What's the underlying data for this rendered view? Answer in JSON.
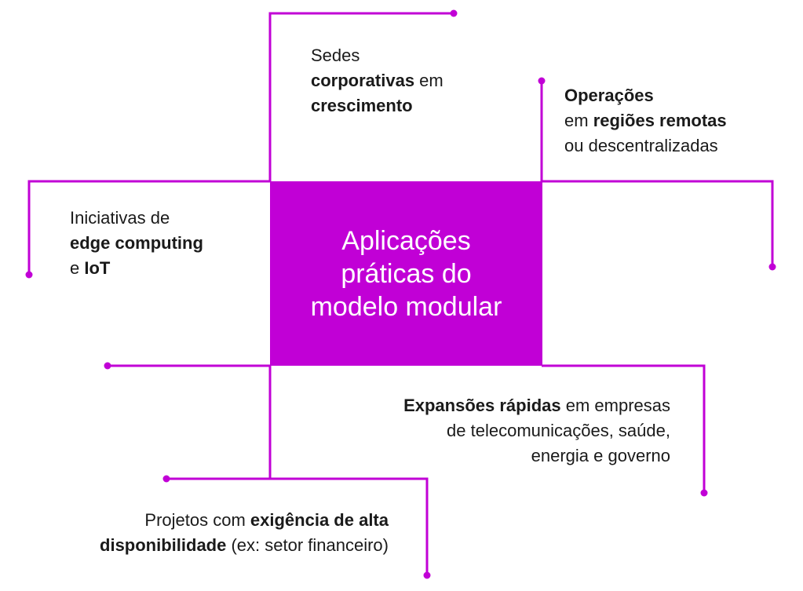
{
  "colors": {
    "accent": "#C100D6",
    "line": "#C100D6",
    "text": "#1A1A1A",
    "center_text": "#FFFFFF"
  },
  "center": {
    "title_lines": [
      "Aplicações",
      "práticas do",
      "modelo modular"
    ]
  },
  "items": {
    "sedes": {
      "lines": [
        [
          {
            "text": "Sedes",
            "bold": false
          }
        ],
        [
          {
            "text": "corporativas",
            "bold": true
          },
          {
            "text": " em",
            "bold": false
          }
        ],
        [
          {
            "text": "crescimento",
            "bold": true
          }
        ]
      ]
    },
    "operacoes": {
      "lines": [
        [
          {
            "text": "Operações",
            "bold": true
          }
        ],
        [
          {
            "text": "em ",
            "bold": false
          },
          {
            "text": "regiões remotas",
            "bold": true
          }
        ],
        [
          {
            "text": "ou descentralizadas",
            "bold": false
          }
        ]
      ]
    },
    "edge": {
      "lines": [
        [
          {
            "text": "Iniciativas de",
            "bold": false
          }
        ],
        [
          {
            "text": "edge computing",
            "bold": true
          }
        ],
        [
          {
            "text": "e ",
            "bold": false
          },
          {
            "text": "IoT",
            "bold": true
          }
        ]
      ]
    },
    "expansoes": {
      "lines": [
        [
          {
            "text": "Expansões rápidas",
            "bold": true
          },
          {
            "text": " em empresas",
            "bold": false
          }
        ],
        [
          {
            "text": "de telecomunicações, saúde,",
            "bold": false
          }
        ],
        [
          {
            "text": "energia e governo",
            "bold": false
          }
        ]
      ]
    },
    "projetos": {
      "lines": [
        [
          {
            "text": "Projetos com ",
            "bold": false
          },
          {
            "text": "exigência de alta",
            "bold": true
          }
        ],
        [
          {
            "text": "disponibilidade",
            "bold": true
          },
          {
            "text": " (ex: setor financeiro)",
            "bold": false
          }
        ]
      ]
    }
  }
}
